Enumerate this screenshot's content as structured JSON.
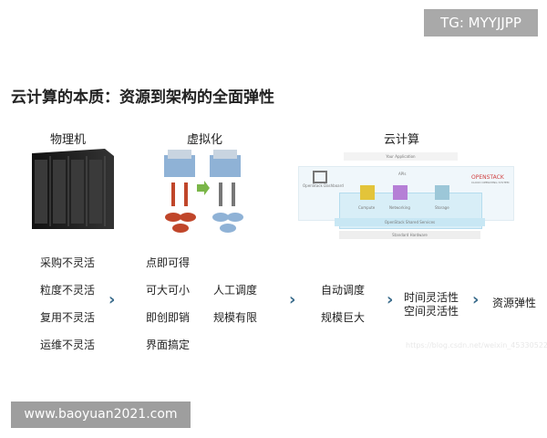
{
  "badge": "TG: MYYJJPP",
  "title": "云计算的本质：资源到架构的全面弹性",
  "columns": {
    "physical": "物理机",
    "virtual": "虚拟化",
    "cloud": "云计算"
  },
  "diagram": {
    "app": "Your Application",
    "brand": "OPENSTACK",
    "brand_sub": "CLOUD OPERATING SYSTEM",
    "dashboard": "OpenStack Dashboard",
    "compute": "Compute",
    "networking": "Networking",
    "storage": "Storage",
    "shared": "OpenStack Shared Services",
    "hardware": "Standard Hardware",
    "api": "APIs"
  },
  "physical_items": [
    "采购不灵活",
    "粒度不灵活",
    "复用不灵活",
    "运维不灵活"
  ],
  "virtual_items": [
    "点即可得",
    "可大可小",
    "即创即销",
    "界面搞定"
  ],
  "virtual_extra": [
    "人工调度",
    "规模有限"
  ],
  "cloud_items": [
    "自动调度",
    "规模巨大"
  ],
  "flex_items": [
    "时间灵活性",
    "空间灵活性"
  ],
  "result": "资源弹性",
  "arrow": "›",
  "watermark": "www.baoyuan2021.com",
  "csdn": "https://blog.csdn.net/weixin_45330522"
}
